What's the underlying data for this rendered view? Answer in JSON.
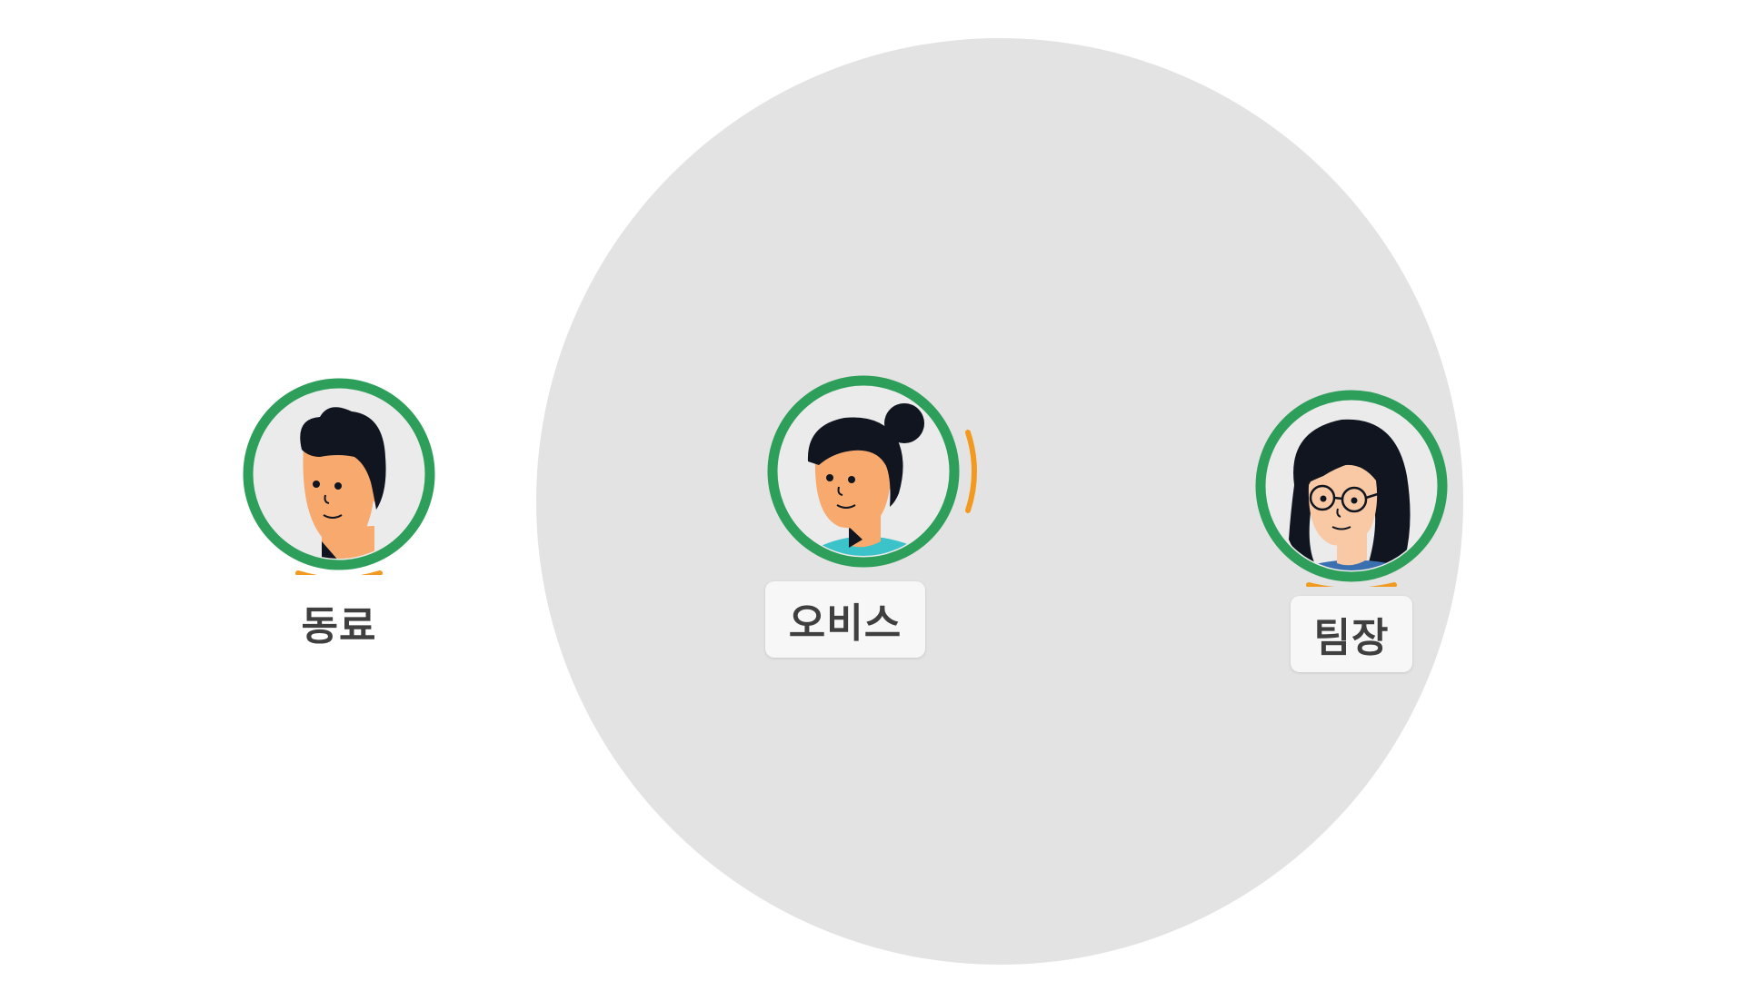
{
  "participants": [
    {
      "name": "동료",
      "avatar": "man-avatar",
      "in_room": false,
      "speaking_indicator": "bottom"
    },
    {
      "name": "오비스",
      "avatar": "woman-bun-avatar",
      "in_room": true,
      "speaking_indicator": "right"
    },
    {
      "name": "팀장",
      "avatar": "woman-glasses-avatar",
      "in_room": true,
      "speaking_indicator": "bottom"
    }
  ],
  "colors": {
    "ring": "#2e9e5b",
    "speaking_arc": "#f29a1f",
    "room_area": "#e3e3e3",
    "skin": "#f7a96e",
    "hair": "#101520",
    "shirt": "#3cc3c9"
  }
}
